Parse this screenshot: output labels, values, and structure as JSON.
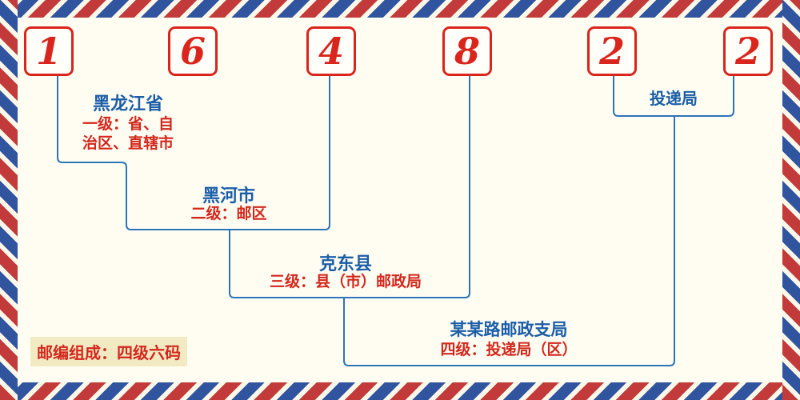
{
  "postal_code": {
    "digits": [
      "1",
      "6",
      "4",
      "8",
      "2",
      "2"
    ]
  },
  "levels": [
    {
      "name": "黑龙江省",
      "desc": "一级：省、自\n治区、直辖市"
    },
    {
      "name": "黑河市",
      "desc": "二级：邮区"
    },
    {
      "name": "克东县",
      "desc": "三级：县（市）邮政局"
    },
    {
      "name": "某某路邮政支局",
      "desc": "四级：投递局（区）"
    }
  ],
  "delivery_label": "投递局",
  "footer_note": "邮编组成：四级六码",
  "colors": {
    "digit_red": "#da251c",
    "label_red": "#d3271d",
    "label_blue": "#1b5ea8",
    "line_blue": "#2c74b9",
    "stripe_red": "#c23a3a",
    "stripe_blue": "#31549f",
    "background": "#fffdf2"
  }
}
